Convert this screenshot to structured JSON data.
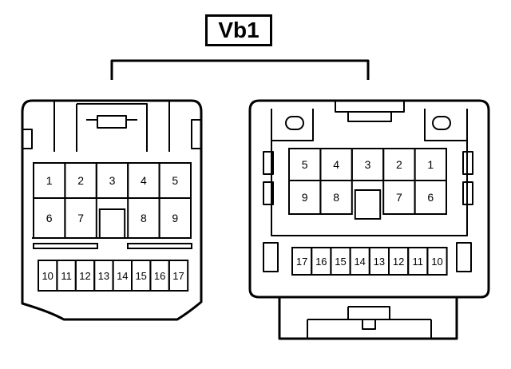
{
  "title": "Vb1",
  "left_connector": {
    "upper_row": [
      "1",
      "2",
      "3",
      "4",
      "5"
    ],
    "middle_row": [
      "6",
      "7",
      "8",
      "9"
    ],
    "bottom_row": [
      "10",
      "11",
      "12",
      "13",
      "14",
      "15",
      "16",
      "17"
    ]
  },
  "right_connector": {
    "upper_row": [
      "5",
      "4",
      "3",
      "2",
      "1"
    ],
    "middle_row": [
      "9",
      "8",
      "7",
      "6"
    ],
    "bottom_row": [
      "17",
      "16",
      "15",
      "14",
      "13",
      "12",
      "11",
      "10"
    ]
  }
}
